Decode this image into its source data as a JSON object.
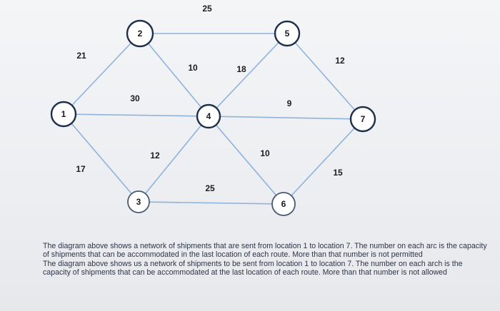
{
  "nodes": [
    {
      "id": "1",
      "label": "1"
    },
    {
      "id": "2",
      "label": "2"
    },
    {
      "id": "3",
      "label": "3"
    },
    {
      "id": "4",
      "label": "4"
    },
    {
      "id": "5",
      "label": "5"
    },
    {
      "id": "6",
      "label": "6"
    },
    {
      "id": "7",
      "label": "7"
    }
  ],
  "edges": [
    {
      "from": "1",
      "to": "2",
      "capacity": "21"
    },
    {
      "from": "1",
      "to": "3",
      "capacity": "17"
    },
    {
      "from": "1",
      "to": "4",
      "capacity": "30"
    },
    {
      "from": "2",
      "to": "5",
      "capacity": "25"
    },
    {
      "from": "2",
      "to": "4",
      "capacity": "10"
    },
    {
      "from": "3",
      "to": "4",
      "capacity": "12"
    },
    {
      "from": "3",
      "to": "6",
      "capacity": "25"
    },
    {
      "from": "4",
      "to": "5",
      "capacity": "18"
    },
    {
      "from": "4",
      "to": "6",
      "capacity": "10"
    },
    {
      "from": "4",
      "to": "7",
      "capacity": "9"
    },
    {
      "from": "5",
      "to": "7",
      "capacity": "12"
    },
    {
      "from": "6",
      "to": "7",
      "capacity": "15"
    }
  ],
  "caption": {
    "paragraph_1": "The diagram above shows a network of shipments that are sent from location 1 to location 7. The number on each arc is the capacity of shipments that can be accommodated in the last location of each route. More than that number is not permitted",
    "paragraph_2": "The diagram above shows us a network of shipments to be sent from location 1 to location 7. The number on each arch is the capacity of shipments that can be accommodated at the last location of each route. More than that number is not allowed"
  },
  "colors": {
    "edge_blue": "#8fb3dd",
    "node_stroke": "#1f2f4a",
    "caption_text": "#2d3446"
  }
}
